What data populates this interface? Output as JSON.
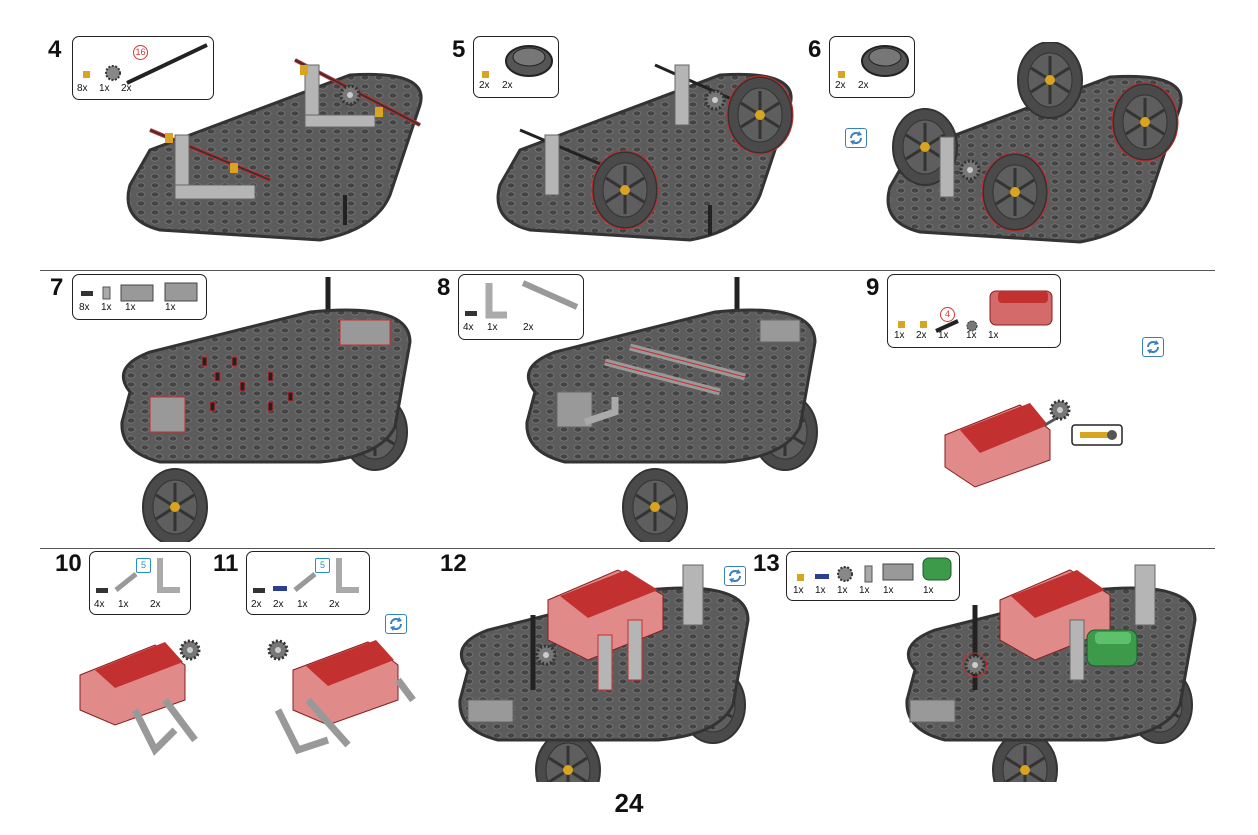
{
  "page": {
    "number": "24"
  },
  "steps": [
    {
      "num": "4",
      "parts": [
        "8x",
        "1x",
        "2x"
      ],
      "callout": "16"
    },
    {
      "num": "5",
      "parts": [
        "2x",
        "2x"
      ]
    },
    {
      "num": "6",
      "parts": [
        "2x",
        "2x"
      ]
    },
    {
      "num": "7",
      "parts": [
        "8x",
        "1x",
        "1x",
        "1x"
      ]
    },
    {
      "num": "8",
      "parts": [
        "4x",
        "1x",
        "2x"
      ]
    },
    {
      "num": "9",
      "parts": [
        "1x",
        "2x",
        "1x",
        "1x",
        "1x"
      ],
      "callout": "4"
    },
    {
      "num": "10",
      "parts": [
        "4x",
        "1x",
        "2x"
      ],
      "callout": "5"
    },
    {
      "num": "11",
      "parts": [
        "2x",
        "2x",
        "1x",
        "2x"
      ],
      "callout": "5"
    },
    {
      "num": "12",
      "parts": []
    },
    {
      "num": "13",
      "parts": [
        "1x",
        "1x",
        "1x",
        "1x",
        "1x",
        "1x"
      ]
    }
  ],
  "icons": {
    "rotate": "rotate-model-icon"
  },
  "colors": {
    "base": "#5a5a5a",
    "gear_gold": "#d9a520",
    "highlight_red": "#cc2b2b",
    "hub_red": "#c23030",
    "bracket_gray": "#b5b5b5",
    "battery_green": "#3c9a4a",
    "rotate_blue": "#3a7fbf"
  }
}
